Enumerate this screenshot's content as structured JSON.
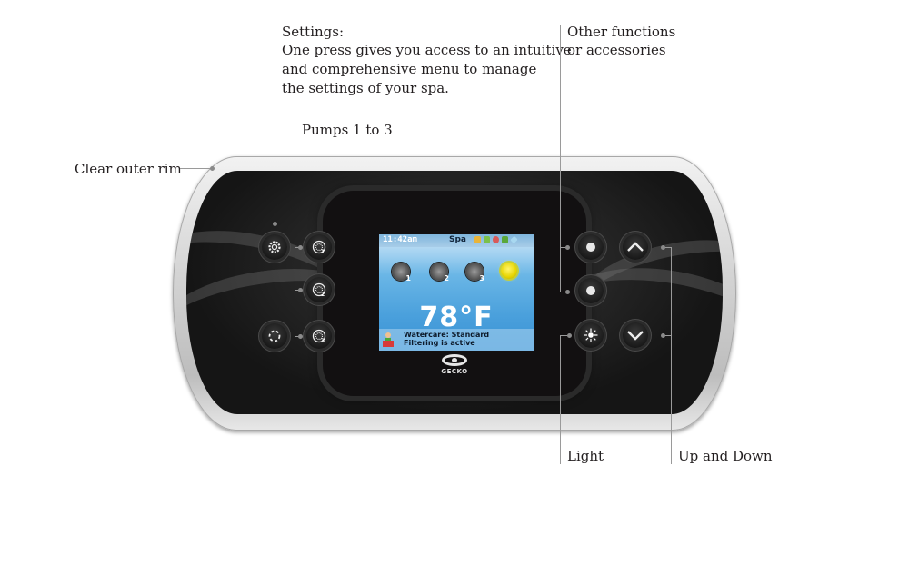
{
  "callouts": {
    "settings_title": "Settings:",
    "settings_line1": "One press gives you access to an intuitive",
    "settings_line2": "and comprehensive menu to manage",
    "settings_line3": "the settings of your spa.",
    "pumps": "Pumps 1 to 3",
    "clear_rim": "Clear outer rim",
    "other_line1": "Other functions",
    "other_line2": "or accessories",
    "light": "Light",
    "up_down": "Up and Down"
  },
  "screen": {
    "time": "11:42am",
    "mode": "Spa",
    "status_icons": [
      "lock-icon",
      "music-icon",
      "color-icon",
      "eco-icon",
      "diamond-icon"
    ],
    "status_icon_colors": [
      "#e8b43a",
      "#7cc04a",
      "#d85a5a",
      "#5aa83a",
      "#a8d8f0"
    ],
    "pumps": [
      {
        "label": "1"
      },
      {
        "label": "2"
      },
      {
        "label": "3"
      }
    ],
    "light_color": "#f0e300",
    "temperature": "78°F",
    "footer_line1": "Watercare: Standard",
    "footer_line2": "Filtering is active"
  },
  "panel": {
    "brand": "GECKO",
    "left_buttons": [
      "settings",
      "pump-1",
      "pump-2",
      "pump-3",
      "mode"
    ],
    "right_buttons": [
      "aux-1",
      "up",
      "aux-2",
      "light",
      "down"
    ]
  }
}
